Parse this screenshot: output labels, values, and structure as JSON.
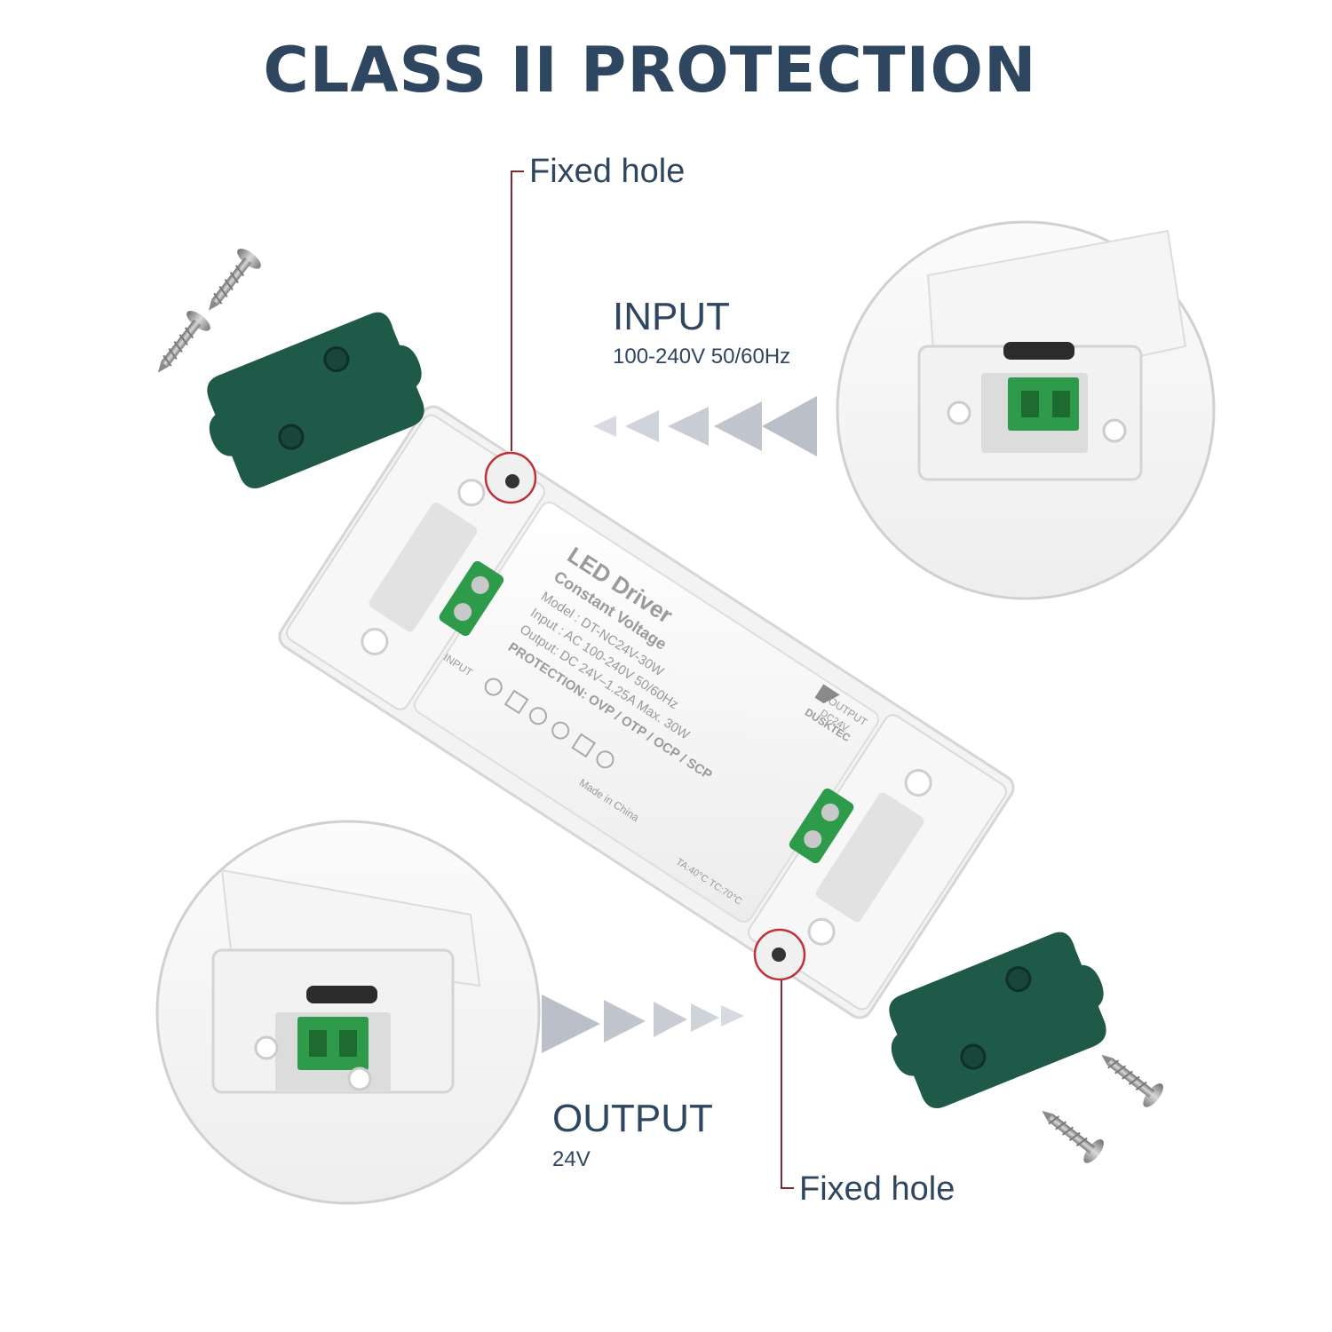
{
  "title": "CLASS II PROTECTION",
  "fixed_hole_top": "Fixed hole",
  "fixed_hole_bottom": "Fixed hole",
  "input": {
    "label": "INPUT",
    "spec": "100-240V 50/60Hz"
  },
  "output": {
    "label": "OUTPUT",
    "spec": "24V"
  },
  "driver_label": {
    "heading": "LED Driver",
    "subheading": "Constant Voltage",
    "model": "Model : DT-NC24V-30W",
    "input_line": "Input : AC 100-240V 50/60Hz",
    "output_line": "Output: DC 24V‒1.25A Max. 30W",
    "protection": "PROTECTION: OVP / OTP / OCP / SCP",
    "brand": "DUSKTEC",
    "made_in": "Made in China",
    "terminal_input": "INPUT",
    "terminal_output": "OUTPUT",
    "terminal_dc": "DC24V",
    "temp": "TA:40°C TC:70°C"
  },
  "colors": {
    "text": "#2f4660",
    "cover": "#1f5a48",
    "terminal": "#2e9b4a",
    "marker": "#c0303a",
    "arrow": "#b6bcc6"
  }
}
